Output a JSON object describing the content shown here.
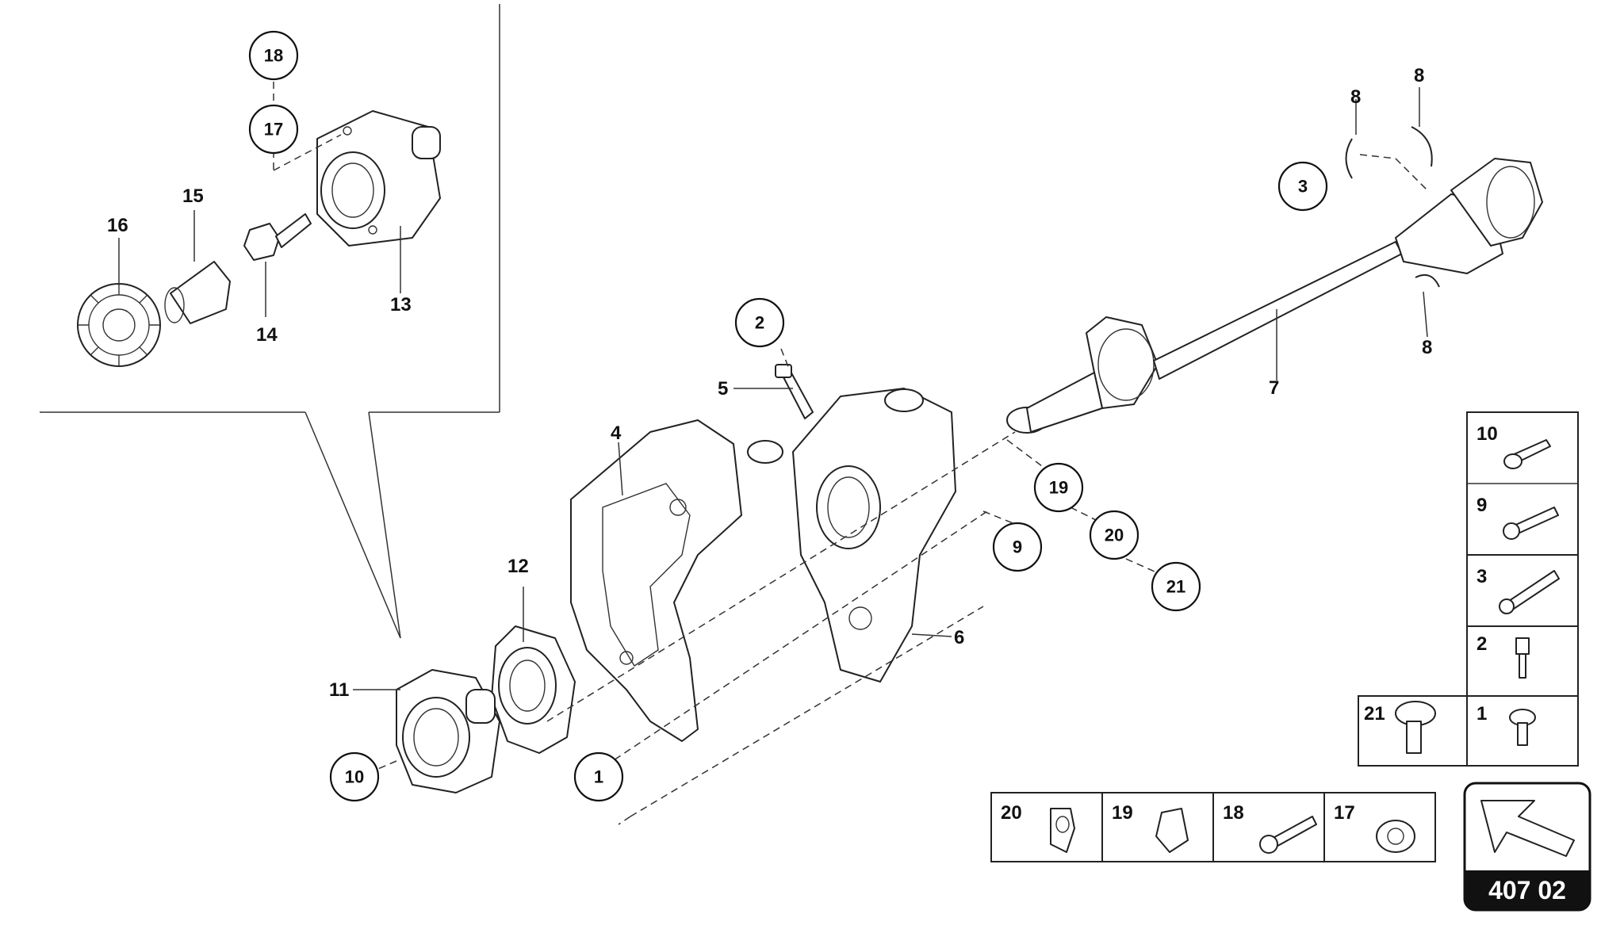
{
  "diagram_labels": {
    "p1": "1",
    "p2": "2",
    "p3": "3",
    "p4": "4",
    "p5": "5",
    "p6": "6",
    "p7": "7",
    "p8a": "8",
    "p8b": "8",
    "p8c": "8",
    "p9": "9",
    "p10": "10",
    "p11": "11",
    "p12": "12",
    "p13": "13",
    "p14": "14",
    "p15": "15",
    "p16": "16",
    "p17": "17",
    "p18": "18",
    "p19": "19",
    "p20": "20",
    "p21": "21"
  },
  "legend_right": [
    "10",
    "9",
    "3",
    "2",
    "21",
    "1"
  ],
  "legend_bottom": [
    "20",
    "19",
    "18",
    "17"
  ],
  "badge": {
    "code": "407 02"
  }
}
